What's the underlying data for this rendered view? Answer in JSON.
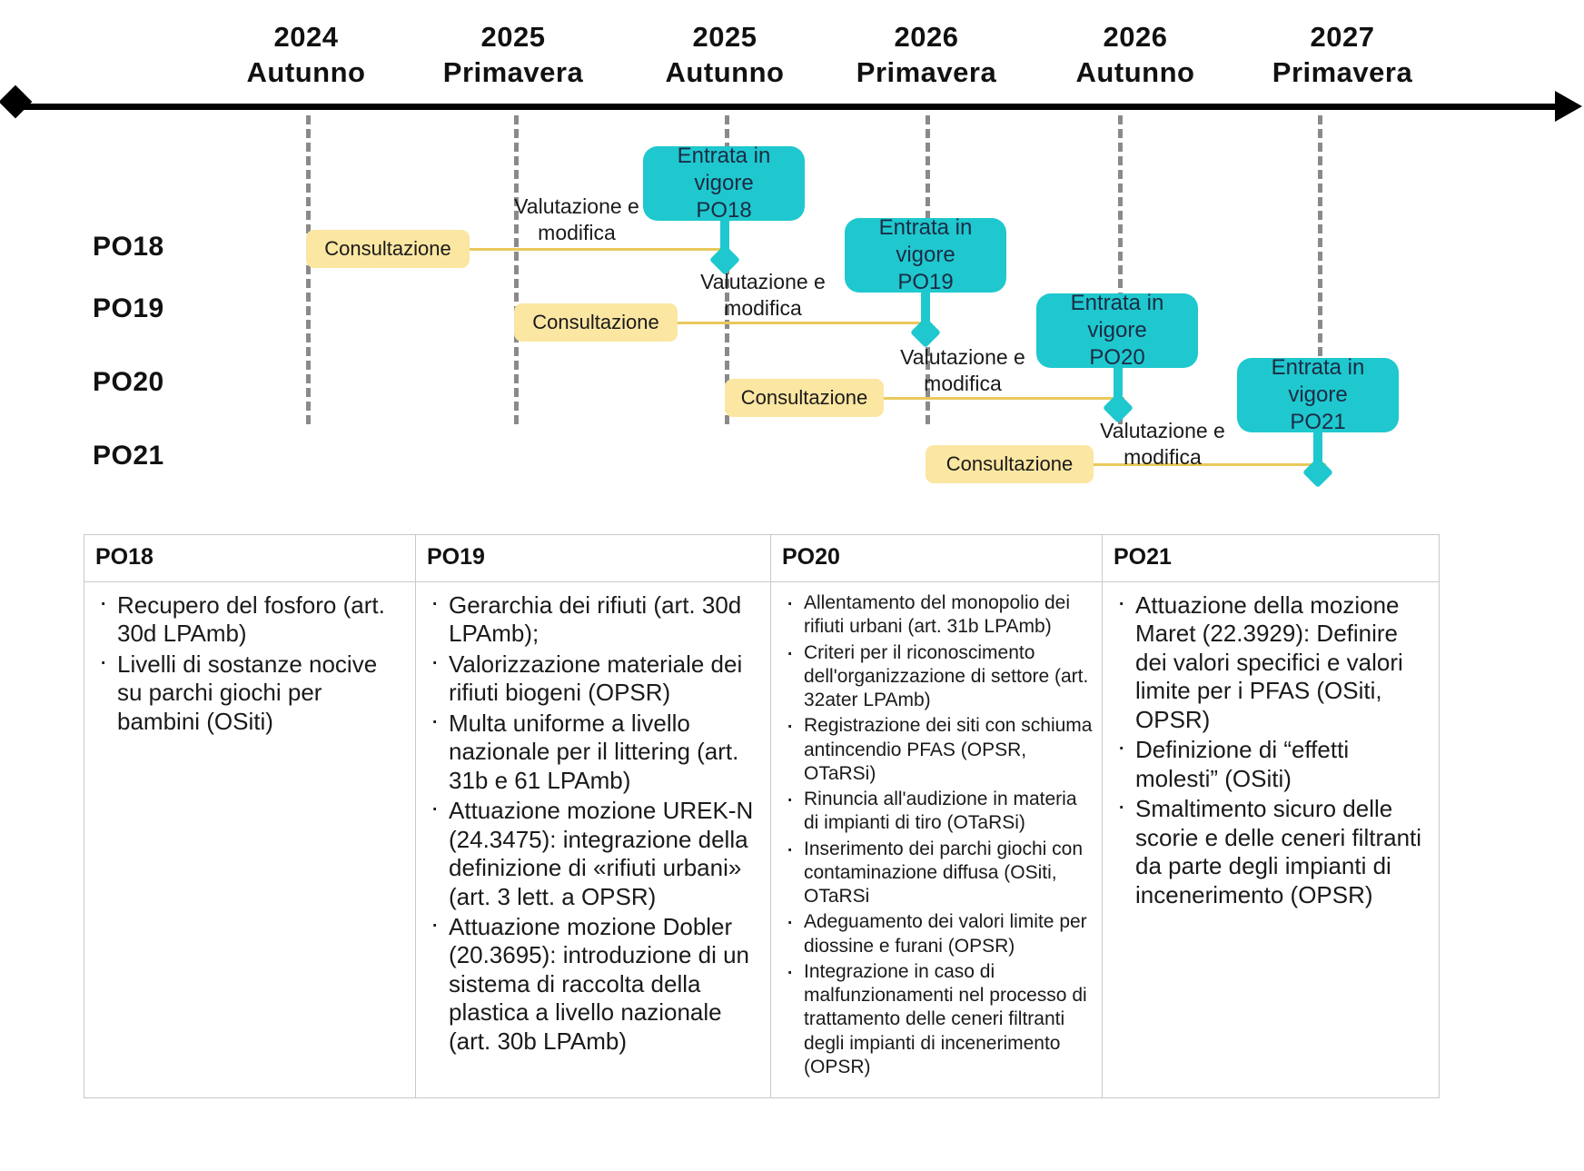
{
  "timeline": {
    "axis_ticks": [
      {
        "year": "2024",
        "season": "Autunno"
      },
      {
        "year": "2025",
        "season": "Primavera"
      },
      {
        "year": "2025",
        "season": "Autunno"
      },
      {
        "year": "2026",
        "season": "Primavera"
      },
      {
        "year": "2026",
        "season": "Autunno"
      },
      {
        "year": "2027",
        "season": "Primavera"
      }
    ],
    "rows": [
      {
        "label": "PO18",
        "consultation": "Consultazione",
        "evaluation": "Valutazione e modifica",
        "callout_line1": "Entrata in vigore",
        "callout_line2": "PO18"
      },
      {
        "label": "PO19",
        "consultation": "Consultazione",
        "evaluation": "Valutazione e modifica",
        "callout_line1": "Entrata in vigore",
        "callout_line2": "PO19"
      },
      {
        "label": "PO20",
        "consultation": "Consultazione",
        "evaluation": "Valutazione e modifica",
        "callout_line1": "Entrata in vigore",
        "callout_line2": "PO20"
      },
      {
        "label": "PO21",
        "consultation": "Consultazione",
        "evaluation": "Valutazione e modifica",
        "callout_line1": "Entrata in vigore",
        "callout_line2": "PO21"
      }
    ],
    "colors": {
      "callout": "#1EC8CE",
      "consultation": "#FBE6A2",
      "consultation_line": "#E9C95B",
      "gridline": "#8A8A8A",
      "axis": "#000000"
    }
  },
  "table": {
    "headers": [
      "PO18",
      "PO19",
      "PO20",
      "PO21"
    ],
    "columns": {
      "po18": [
        "Recupero del fosforo (art. 30d LPAmb)",
        "Livelli di sostanze nocive su parchi giochi per bambini (OSiti)"
      ],
      "po19": [
        "Gerarchia dei rifiuti (art. 30d LPAmb);",
        "Valorizzazione materiale dei rifiuti biogeni (OPSR)",
        "Multa uniforme a livello nazionale per il littering (art. 31b e 61 LPAmb)",
        "Attuazione mozione UREK-N (24.3475): integrazione della definizione di «rifiuti urbani» (art. 3 lett. a OPSR)",
        "Attuazione mozione Dobler (20.3695): introduzione di un sistema di raccolta della plastica a livello nazionale (art. 30b LPAmb)"
      ],
      "po20": [
        "Allentamento del monopolio dei rifiuti urbani (art. 31b LPAmb)",
        "Criteri per il riconoscimento dell'organizzazione di settore (art. 32ater LPAmb)",
        "Registrazione dei siti con schiuma antincendio PFAS (OPSR, OTaRSi)",
        "Rinuncia all'audizione in materia di impianti di tiro (OTaRSi)",
        "Inserimento dei parchi giochi con contaminazione diffusa (OSiti, OTaRSi",
        "Adeguamento dei valori limite per diossine e furani (OPSR)",
        "Integrazione in caso di malfunzionamenti nel processo di trattamento delle ceneri filtranti degli impianti di incenerimento (OPSR)"
      ],
      "po21": [
        "Attuazione della mozione Maret (22.3929): Definire dei valori specifici e valori limite per i PFAS (OSiti, OPSR)",
        "Definizione di “effetti molesti” (OSiti)",
        "Smaltimento sicuro delle scorie e delle ceneri filtranti da parte degli impianti di incenerimento (OPSR)"
      ]
    }
  }
}
